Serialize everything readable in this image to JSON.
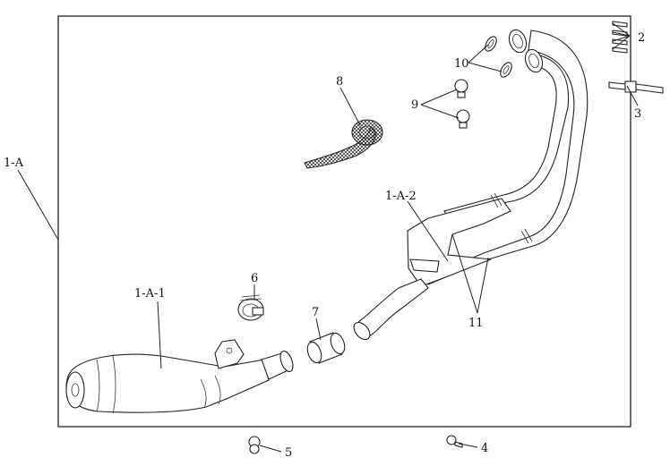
{
  "callouts": {
    "c1a": "1-A",
    "c1a1": "1-A-1",
    "c1a2": "1-A-2",
    "c2": "2",
    "c3": "3",
    "c4": "4",
    "c5": "5",
    "c6": "6",
    "c7": "7",
    "c8": "8",
    "c9": "9",
    "c10": "10",
    "c11": "11"
  },
  "colors": {
    "line": "#222222",
    "background": "#ffffff"
  }
}
